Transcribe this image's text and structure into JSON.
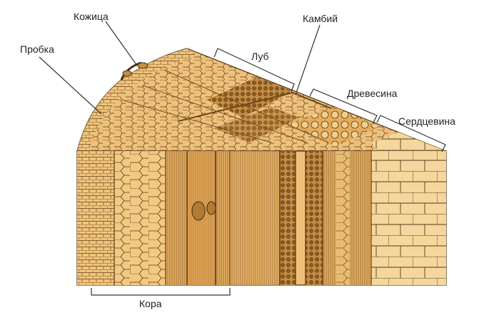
{
  "labels": {
    "cork": "Пробка",
    "skin": "Кожица",
    "bast": "Луб",
    "cambium": "Камбий",
    "wood": "Древесина",
    "pith": "Сердцевина",
    "bark": "Кора"
  },
  "colors": {
    "background": "#ffffff",
    "tissue_light": "#f2c982",
    "tissue_mid": "#e3a957",
    "tissue_dark": "#b27a33",
    "cell_line": "#5a3a16",
    "sieve_dark": "#7a4e1f",
    "pith_pale": "#f4d79d",
    "label_line": "#333333"
  }
}
